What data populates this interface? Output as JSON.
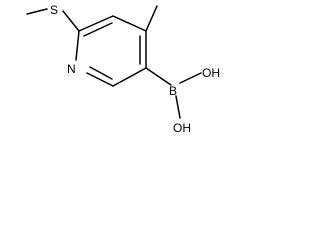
{
  "molecule": {
    "atoms": {
      "sulfur": "S",
      "nitrogen": "N",
      "boron": "B",
      "hydroxyl_top": "OH",
      "hydroxyl_bottom": "OH"
    }
  },
  "colors": {
    "bond": "#000000",
    "label": "#000000",
    "background": "#ffffff"
  }
}
